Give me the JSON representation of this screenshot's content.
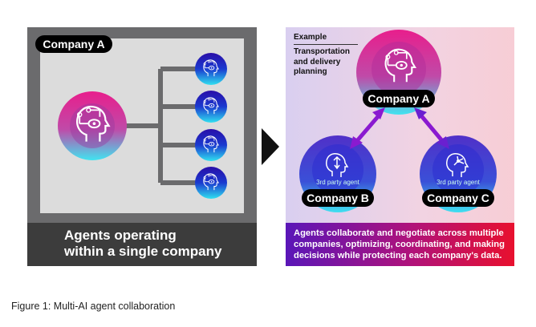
{
  "left_panel": {
    "company_label": "Company A",
    "caption_line1": "Agents operating",
    "caption_line2": "within a single company"
  },
  "right_panel": {
    "example_label": "Example",
    "example_text_line1": "Transportation",
    "example_text_line2": "and delivery",
    "example_text_line3": "planning",
    "company_a": "Company A",
    "company_b": "Company B",
    "company_c": "Company C",
    "third_party_b": "3rd party agent",
    "third_party_c": "3rd party agent",
    "caption_line1": "Agents collaborate and negotiate across multiple",
    "caption_line2": "companies, optimizing, coordinating, and making",
    "caption_line3": "decisions while protecting each company's data."
  },
  "figure_caption": "Figure 1: Multi-AI agent collaboration",
  "colors": {
    "pink": "#e0208c",
    "cyan": "#4fe0f0",
    "blue": "#1a1ac0",
    "purple": "#7a1ac8"
  }
}
